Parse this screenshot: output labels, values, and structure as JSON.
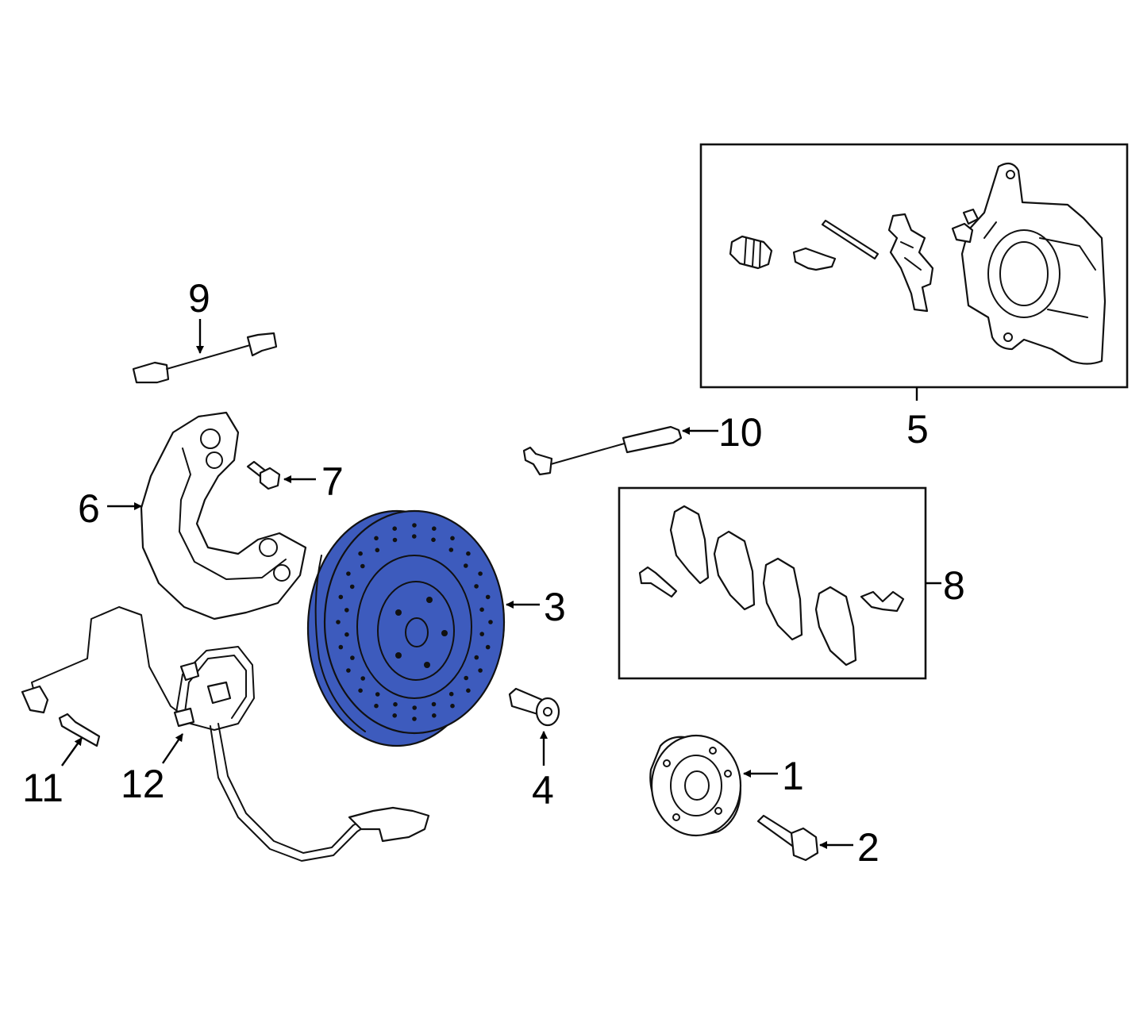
{
  "callouts": {
    "p1": "1",
    "p2": "2",
    "p3": "3",
    "p4": "4",
    "p5": "5",
    "p6": "6",
    "p7": "7",
    "p8": "8",
    "p9": "9",
    "p10": "10",
    "p11": "11",
    "p12": "12"
  },
  "highlight": {
    "part": "3",
    "color": "#3d5bbd"
  }
}
